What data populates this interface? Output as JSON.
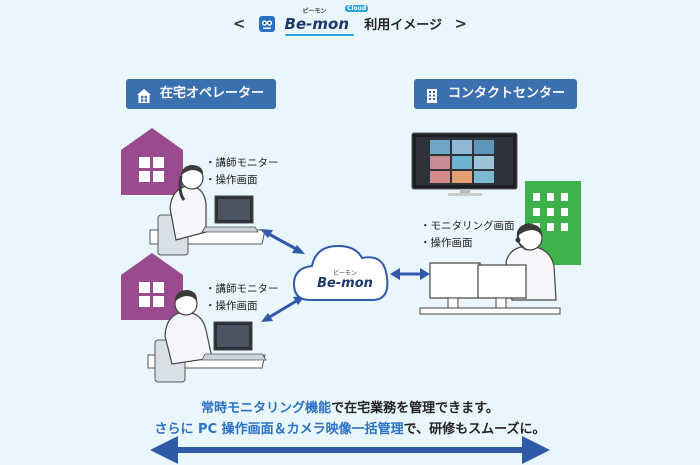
{
  "header": {
    "left_bracket": "<",
    "brand": "Be-mon",
    "brand_ruby": "ビーモン",
    "brand_badge": "Cloud",
    "title": "利用イメージ",
    "right_bracket": ">"
  },
  "home_operator": {
    "label": "在宅オペレーター",
    "operator_1": {
      "items": [
        "講師モニター",
        "操作画面"
      ]
    },
    "operator_2": {
      "items": [
        "講師モニター",
        "操作画面"
      ]
    }
  },
  "contact_center": {
    "label": "コンタクトセンター",
    "items": [
      "モニタリング画面",
      "操作画面"
    ]
  },
  "cloud": {
    "brand": "Be-mon",
    "ruby": "ビーモン"
  },
  "caption": {
    "line1_em": "常時モニタリング機能",
    "line1_rest": "で在宅業務を管理できます。",
    "line2_em": "さらに PC 操作画面＆カメラ映像一括管理",
    "line2_rest": "で、研修もスムーズに。"
  },
  "colors": {
    "accent_blue": "#3a6fb0",
    "caption_blue": "#2a72c6",
    "house_purple": "#9a4a8e",
    "building_green": "#3db24a",
    "arrow_blue": "#2f5aa8"
  }
}
